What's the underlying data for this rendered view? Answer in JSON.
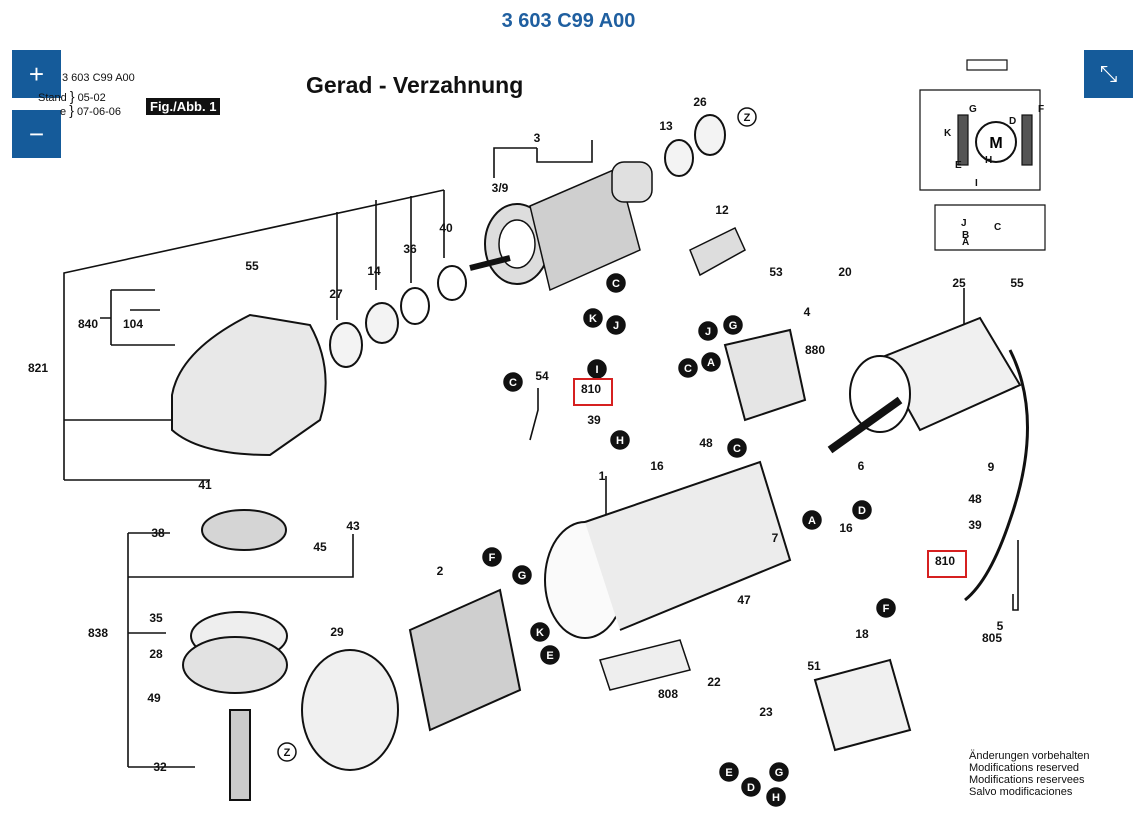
{
  "header": {
    "title": "3 603 C99 A00"
  },
  "controls": {
    "zoom_in": "+",
    "zoom_out": "−",
    "collapse": "⤡"
  },
  "meta": {
    "part_number": "3 603 C99 A00",
    "stand_label": "Stand",
    "stand_date": "05-02",
    "date2": "07-06-06",
    "partial_label": "e"
  },
  "figure": {
    "badge": "Fig./Abb. 1",
    "title": "Gerad - Verzahnung"
  },
  "parts": [
    "3",
    "3/9",
    "13",
    "26",
    "12",
    "55",
    "27",
    "14",
    "36",
    "40",
    "840",
    "104",
    "821",
    "53",
    "20",
    "25",
    "4",
    "880",
    "54",
    "810",
    "39",
    "16",
    "48",
    "6",
    "9",
    "1",
    "41",
    "38",
    "45",
    "43",
    "2",
    "7",
    "35",
    "838",
    "28",
    "49",
    "29",
    "47",
    "18",
    "22",
    "23",
    "808",
    "51",
    "32",
    "5",
    "805"
  ],
  "connectors": [
    "Z",
    "C",
    "K",
    "J",
    "G",
    "I",
    "A",
    "H",
    "D",
    "F",
    "E"
  ],
  "motor": {
    "label": "M",
    "letters": [
      "G",
      "F",
      "K",
      "D",
      "E",
      "H",
      "I",
      "J",
      "B",
      "C",
      "A"
    ]
  },
  "notice": [
    "Änderungen vorbehalten",
    "Modifications reserved",
    "Modifications reservees",
    "Salvo modificaciones"
  ],
  "highlight_color": "#d62020",
  "accent_color": "#155b9a"
}
